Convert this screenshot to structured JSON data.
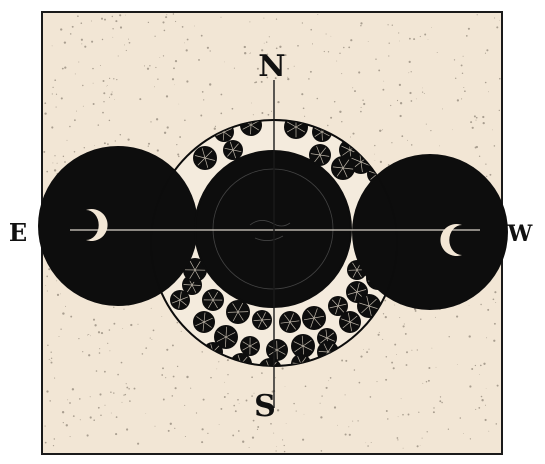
{
  "figure": {
    "labels": {
      "north": "N",
      "south": "S",
      "east": "E",
      "west": "W"
    },
    "colors": {
      "paper": "#f2e6d5",
      "paper_border": "#1a1a1a",
      "ink": "#0d0d0d",
      "ring_fill": "#f4ebdd"
    },
    "icons": {
      "east_moon": "crescent-moon-icon",
      "west_moon": "crescent-moon-icon"
    }
  }
}
